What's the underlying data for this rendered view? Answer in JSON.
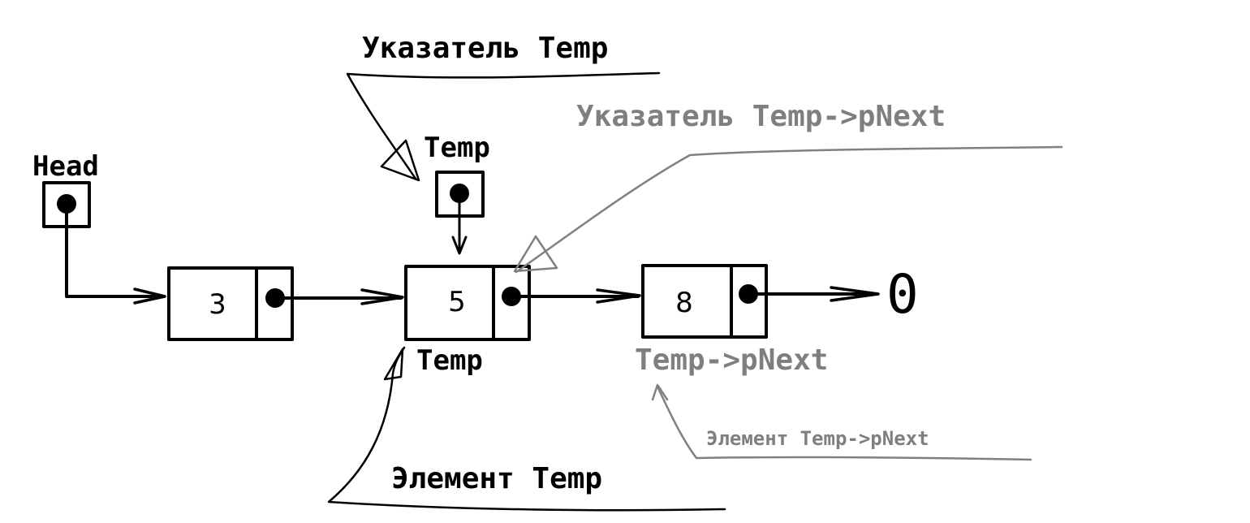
{
  "head_label": "Head",
  "temp_pointer_label": "Temp",
  "pointer_temp_callout": "Указатель Temp",
  "pointer_temp_pnext_callout": "Указатель Temp->pNext",
  "element_temp_label": "Temp",
  "element_temp_pnext_label": "Temp->pNext",
  "element_temp_callout": "Элемент Temp",
  "element_temp_pnext_callout": "Элемент Temp->pNext",
  "nodes": [
    {
      "value": "3"
    },
    {
      "value": "5"
    },
    {
      "value": "8"
    }
  ],
  "null_terminator": "0",
  "colors": {
    "ink": "#000000",
    "annotation": "#808080",
    "background": "#ffffff"
  }
}
